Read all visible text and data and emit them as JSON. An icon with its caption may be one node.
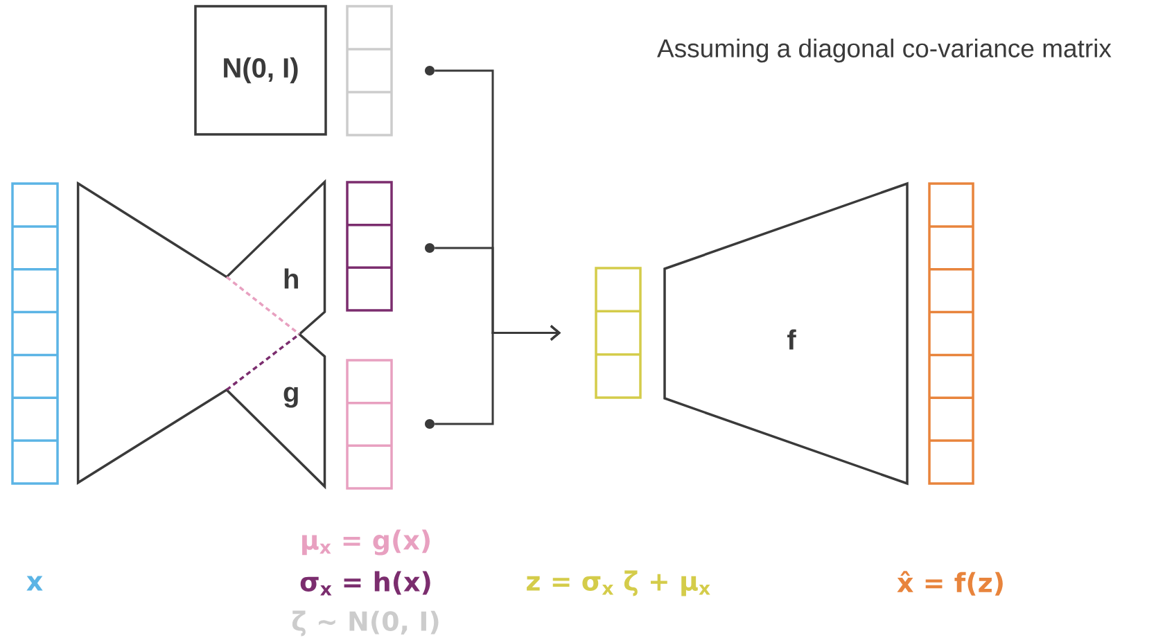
{
  "diagram": {
    "nodes": [
      {
        "text": [
          "N(0, I)"
        ]
      },
      {
        "text": [],
        "shape": "bar"
      },
      {
        "text": [],
        "shape": "bar"
      },
      {
        "text": [
          "h",
          "g"
        ]
      },
      {
        "text": [],
        "shape": "bar"
      },
      {
        "text": [],
        "shape": "bar"
      },
      {
        "text": [],
        "shape": "bar"
      },
      {
        "text": [
          "f"
        ]
      },
      {
        "text": [],
        "shape": "bar"
      },
      {
        "text": [],
        "shape": "circle"
      },
      {
        "text": [],
        "shape": "circle"
      },
      {
        "text": [],
        "shape": "circle"
      }
    ],
    "edges": [
      {
        "from": 9,
        "to": 6,
        "arrow": "to"
      },
      {
        "from": 10,
        "to": 6,
        "arrow": "to"
      },
      {
        "from": 11,
        "to": 6,
        "arrow": "to"
      }
    ],
    "labels": [
      "Assuming a diagonal co-variance matrix",
      "μ$_{x}$ = g(x)",
      "x",
      "σ$_{x}$ = h(x)",
      "z = σ$_{x}$ ζ + μ$_{x}$",
      "x̂ = f(z)",
      "ζ ~ N(0, I)"
    ]
  }
}
